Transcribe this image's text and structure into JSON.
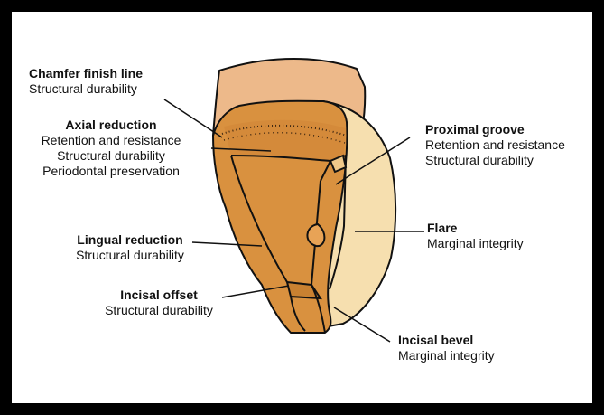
{
  "labels": {
    "chamfer": {
      "title": "Chamfer finish line",
      "lines": [
        "Structural durability"
      ]
    },
    "axial": {
      "title": "Axial reduction",
      "lines": [
        "Retention and resistance",
        "Structural durability",
        "Periodontal preservation"
      ]
    },
    "lingual": {
      "title": "Lingual reduction",
      "lines": [
        "Structural durability"
      ]
    },
    "incisal_offset": {
      "title": "Incisal offset",
      "lines": [
        "Structural durability"
      ]
    },
    "proximal": {
      "title": "Proximal groove",
      "lines": [
        "Retention and resistance",
        "Structural durability"
      ]
    },
    "flare": {
      "title": "Flare",
      "lines": [
        "Marginal integrity"
      ]
    },
    "incisal_bevel": {
      "title": "Incisal bevel",
      "lines": [
        "Marginal integrity"
      ]
    }
  },
  "colors": {
    "frame": "#000000",
    "root": "#EDB98A",
    "enamel": "#F6DFAF",
    "prep": "#D9913F",
    "prep_dark": "#C98131",
    "outline": "#111111"
  }
}
